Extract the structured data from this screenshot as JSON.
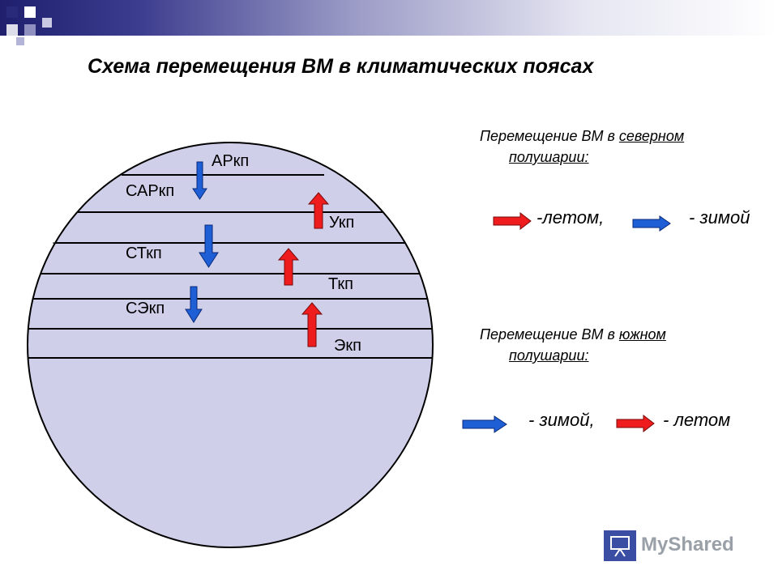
{
  "title": "Схема перемещения  ВМ в климатических поясах",
  "zones": {
    "ar": "АРкп",
    "sar": "САРкп",
    "ukp": "Укп",
    "st": "СТкп",
    "tkp": "Ткп",
    "se": "СЭкп",
    "ekp": "Экп"
  },
  "legend": {
    "north": {
      "heading_a": "Перемещение ВМ в ",
      "heading_b": "северном",
      "heading_c": "полушарии:",
      "summer": "-летом,",
      "winter": "- зимой"
    },
    "south": {
      "heading_a": "Перемещение ВМ в ",
      "heading_b": "южном",
      "heading_c": "полушарии:",
      "winter": "- зимой,",
      "summer": "- летом"
    }
  },
  "colors": {
    "warm_arrow": "#ee1c1c",
    "cold_arrow": "#1e5fd6",
    "globe_fill": "#cfcfea"
  },
  "logo": {
    "icon": "presentation-board-icon",
    "text": "MyShared"
  }
}
